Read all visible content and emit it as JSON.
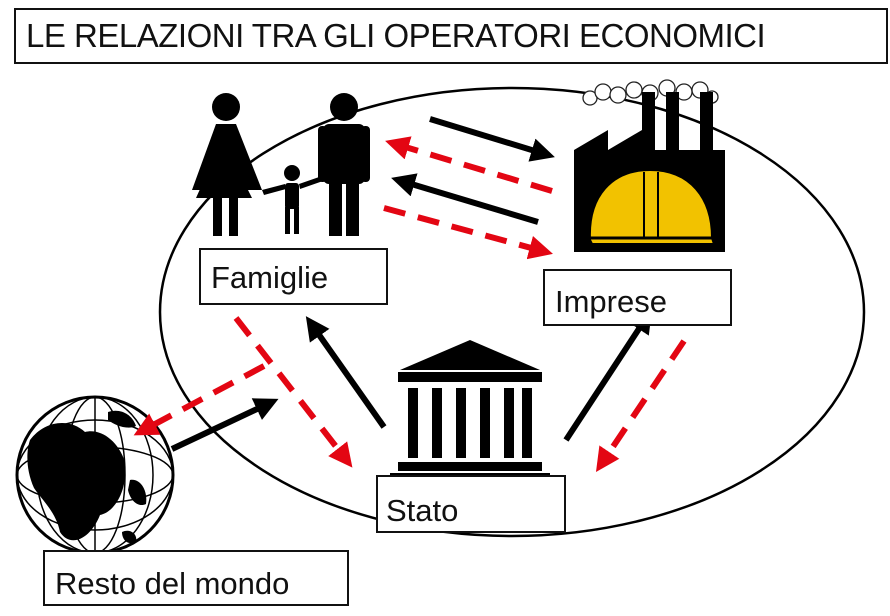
{
  "title": "LE RELAZIONI TRA GLI OPERATORI ECONOMICI",
  "nodes": {
    "famiglie": "Famiglie",
    "imprese": "Imprese",
    "stato": "Stato",
    "resto_del_mondo": "Resto del mondo"
  },
  "colors": {
    "real_flow": "#000000",
    "monetary_flow": "#e30613",
    "helmet": "#f2c200"
  },
  "icons": {
    "famiglie": "family-icon",
    "imprese": "factory-icon",
    "stato": "government-building-icon",
    "resto_del_mondo": "globe-icon"
  }
}
